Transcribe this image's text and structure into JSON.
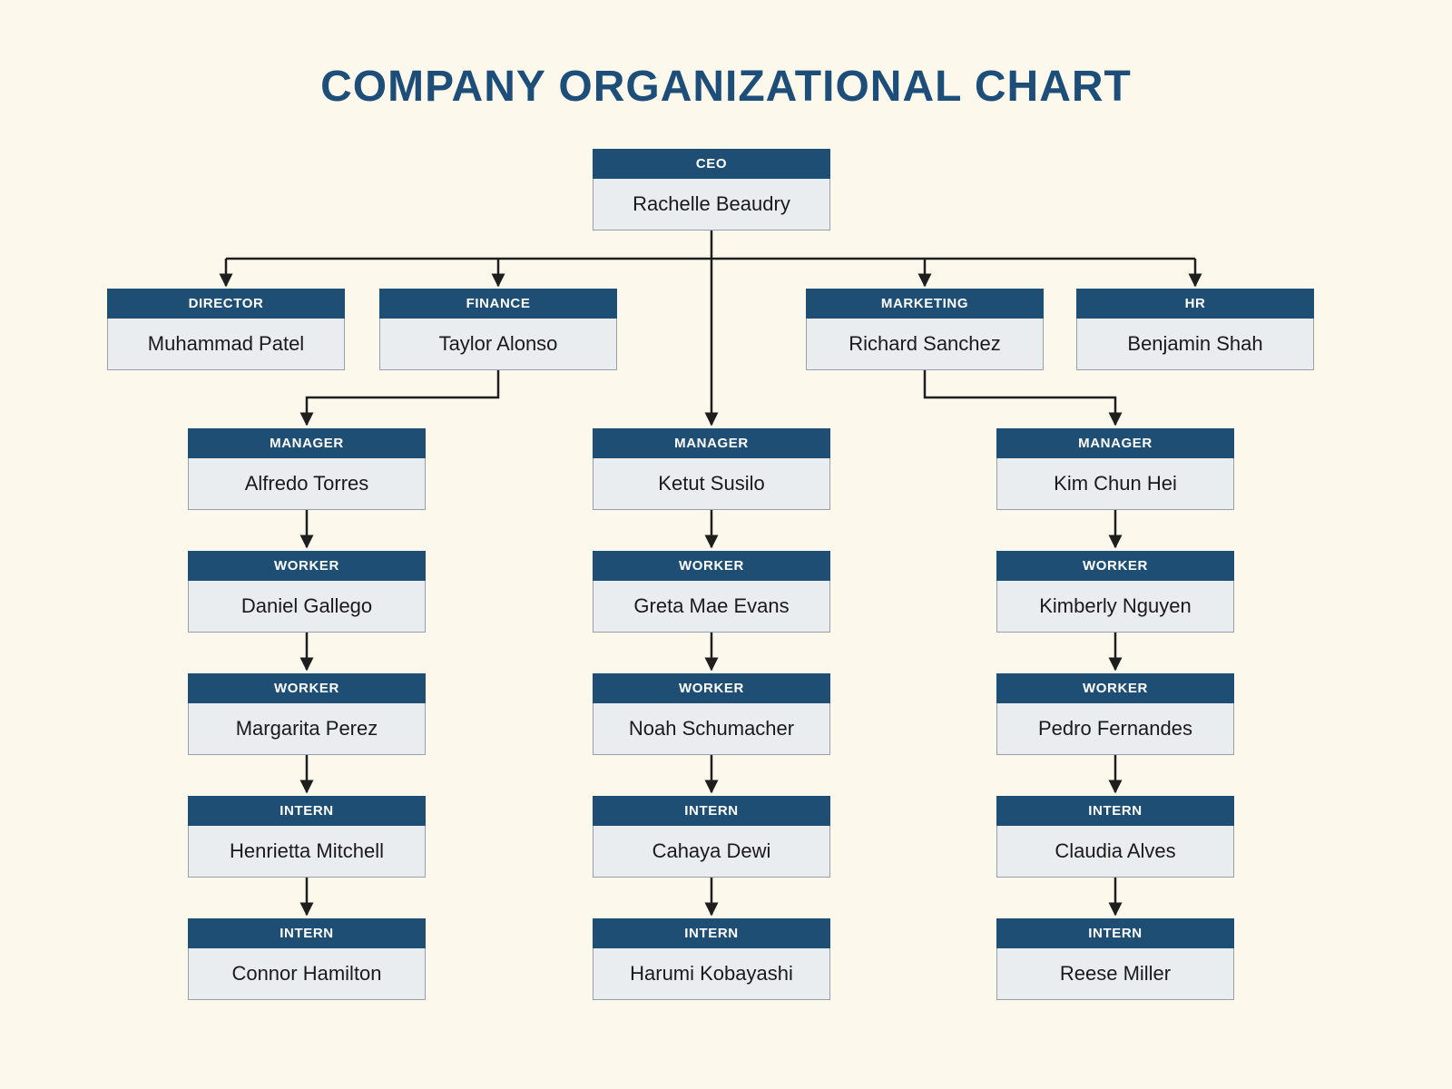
{
  "page": {
    "title": "COMPANY ORGANIZATIONAL CHART"
  },
  "colors": {
    "background": "#FCF8EB",
    "node_header": "#1F4E74",
    "node_body": "#E9EDF0",
    "title_text": "#1D4E79",
    "connector_line": "#1E1E1E"
  },
  "nodes": {
    "ceo": {
      "role": "CEO",
      "name": "Rachelle Beaudry"
    },
    "director": {
      "role": "DIRECTOR",
      "name": "Muhammad Patel"
    },
    "finance": {
      "role": "FINANCE",
      "name": "Taylor Alonso"
    },
    "marketing": {
      "role": "MARKETING",
      "name": "Richard Sanchez"
    },
    "hr": {
      "role": "HR",
      "name": "Benjamin Shah"
    },
    "col1": [
      {
        "role": "MANAGER",
        "name": "Alfredo Torres"
      },
      {
        "role": "WORKER",
        "name": "Daniel Gallego"
      },
      {
        "role": "WORKER",
        "name": "Margarita Perez"
      },
      {
        "role": "INTERN",
        "name": "Henrietta Mitchell"
      },
      {
        "role": "INTERN",
        "name": "Connor Hamilton"
      }
    ],
    "col2": [
      {
        "role": "MANAGER",
        "name": "Ketut Susilo"
      },
      {
        "role": "WORKER",
        "name": "Greta Mae Evans"
      },
      {
        "role": "WORKER",
        "name": "Noah Schumacher"
      },
      {
        "role": "INTERN",
        "name": "Cahaya Dewi"
      },
      {
        "role": "INTERN",
        "name": "Harumi Kobayashi"
      }
    ],
    "col3": [
      {
        "role": "MANAGER",
        "name": "Kim Chun Hei"
      },
      {
        "role": "WORKER",
        "name": "Kimberly Nguyen"
      },
      {
        "role": "WORKER",
        "name": "Pedro Fernandes"
      },
      {
        "role": "INTERN",
        "name": "Claudia Alves"
      },
      {
        "role": "INTERN",
        "name": "Reese Miller"
      }
    ]
  }
}
